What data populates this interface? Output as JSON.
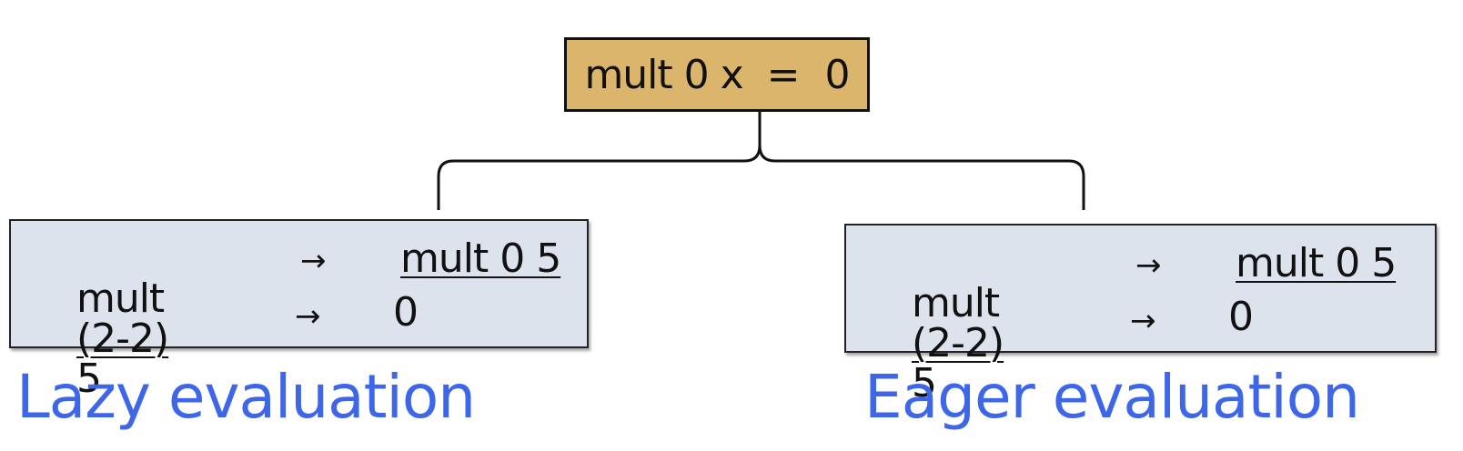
{
  "root": {
    "lhs": "mult 0 x",
    "eq": "=",
    "rhs": "0"
  },
  "lazy": {
    "expr_head": "mult",
    "expr_arg": "(2-2)",
    "expr_tail": "5",
    "arrow1": "→",
    "step1": "mult 0 5",
    "arrow2": "→",
    "step2": "0",
    "caption": "Lazy evaluation"
  },
  "eager": {
    "expr_head": "mult",
    "expr_arg": "(2-2)",
    "expr_tail": "5",
    "arrow1": "→",
    "step1": "mult 0 5",
    "arrow2": "→",
    "step2": "0",
    "caption": "Eager evaluation"
  },
  "colors": {
    "root_fill": "#dbb56c",
    "box_fill": "#dce3ed",
    "caption": "#3d66e8"
  }
}
